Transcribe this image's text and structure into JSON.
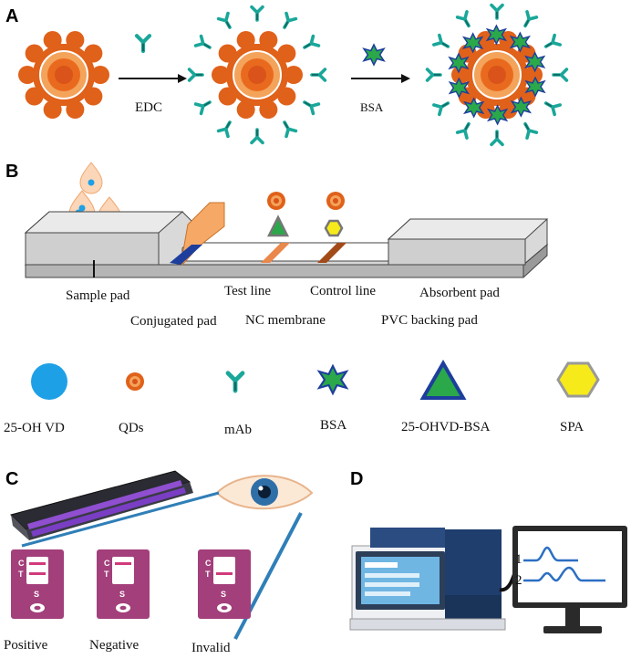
{
  "panels": {
    "a": "A",
    "b": "B",
    "c": "C",
    "d": "D"
  },
  "panel_a": {
    "step1_reagent": "EDC",
    "step2_reagent": "BSA"
  },
  "panel_b": {
    "labels": {
      "sample_pad": "Sample pad",
      "test_line": "Test line",
      "control_line": "Control line",
      "absorbent_pad": "Absorbent pad",
      "conjugated_pad": "Conjugated pad",
      "nc_membrane": "NC membrane",
      "pvc_backing_pad": "PVC backing pad"
    },
    "legend": [
      {
        "label": "25-OH VD",
        "icon": "blue-circle-icon"
      },
      {
        "label": "QDs",
        "icon": "quantum-dot-icon"
      },
      {
        "label": "mAb",
        "icon": "antibody-icon"
      },
      {
        "label": "BSA",
        "icon": "bsa-icon"
      },
      {
        "label": "25-OHVD-BSA",
        "icon": "green-triangle-icon"
      },
      {
        "label": "SPA",
        "icon": "yellow-hexagon-icon"
      }
    ]
  },
  "panel_c": {
    "cassette_c": "C",
    "cassette_t": "T",
    "cassette_s": "S",
    "results": [
      {
        "label": "Positive"
      },
      {
        "label": "Negative"
      },
      {
        "label": "Invalid"
      }
    ]
  },
  "panel_d": {
    "peak1": "1",
    "peak2": "2"
  },
  "colors": {
    "qd_orange": "#e0611a",
    "qd_core": "#f08a24",
    "antibody_teal": "#1aa79a",
    "bsa_green": "#2aa84a",
    "bsa_blue": "#1d3e9c",
    "sample_blue": "#1ea0e6",
    "conjugate_pad": "#f6a866",
    "cassette_purple": "#a33f7b",
    "instrument_blue": "#1f3e6e"
  }
}
